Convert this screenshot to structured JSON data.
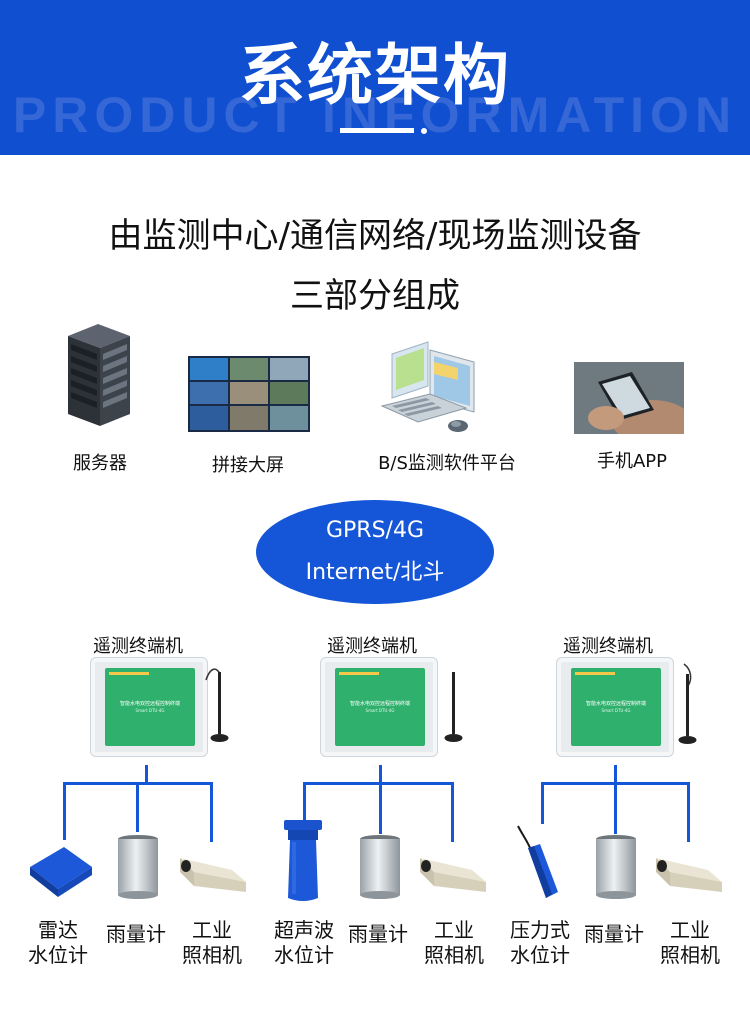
{
  "header": {
    "title": "系统架构",
    "watermark": "PRODUCT INFORMATION"
  },
  "subtitle": {
    "line1": "由监测中心/通信网络/现场监测设备",
    "line2": "三部分组成"
  },
  "center_devices": [
    {
      "label": "服务器",
      "icon": "server-icon"
    },
    {
      "label": "拼接大屏",
      "icon": "video-wall-icon"
    },
    {
      "label": "B/S监测软件平台",
      "icon": "computer-icon"
    },
    {
      "label": "手机APP",
      "icon": "phone-icon"
    }
  ],
  "network": {
    "line1": "GPRS/4G",
    "line2": "Internet/北斗"
  },
  "terminals": [
    {
      "title": "遥测终端机",
      "panel_text": "智能水电双控远程控制终端",
      "panel_model": "Smart DTU-4G",
      "sensors": [
        {
          "label_lines": [
            "雷达",
            "水位计"
          ],
          "icon": "radar-level-sensor-icon"
        },
        {
          "label_lines": [
            "雨量计"
          ],
          "icon": "rain-gauge-icon"
        },
        {
          "label_lines": [
            "工业",
            "照相机"
          ],
          "icon": "industrial-camera-icon"
        }
      ]
    },
    {
      "title": "遥测终端机",
      "panel_text": "智能水电双控远程控制终端",
      "panel_model": "Smart DTU-4G",
      "sensors": [
        {
          "label_lines": [
            "超声波",
            "水位计"
          ],
          "icon": "ultrasonic-level-sensor-icon"
        },
        {
          "label_lines": [
            "雨量计"
          ],
          "icon": "rain-gauge-icon"
        },
        {
          "label_lines": [
            "工业",
            "照相机"
          ],
          "icon": "industrial-camera-icon"
        }
      ]
    },
    {
      "title": "遥测终端机",
      "panel_text": "智能水电双控远程控制终端",
      "panel_model": "Smart DTU-4G",
      "sensors": [
        {
          "label_lines": [
            "压力式",
            "水位计"
          ],
          "icon": "pressure-level-sensor-icon"
        },
        {
          "label_lines": [
            "雨量计"
          ],
          "icon": "rain-gauge-icon"
        },
        {
          "label_lines": [
            "工业",
            "照相机"
          ],
          "icon": "industrial-camera-icon"
        }
      ]
    }
  ],
  "colors": {
    "brand_blue": "#0f4fd0",
    "line_blue": "#1556d8",
    "panel_green": "#2fb06c"
  }
}
